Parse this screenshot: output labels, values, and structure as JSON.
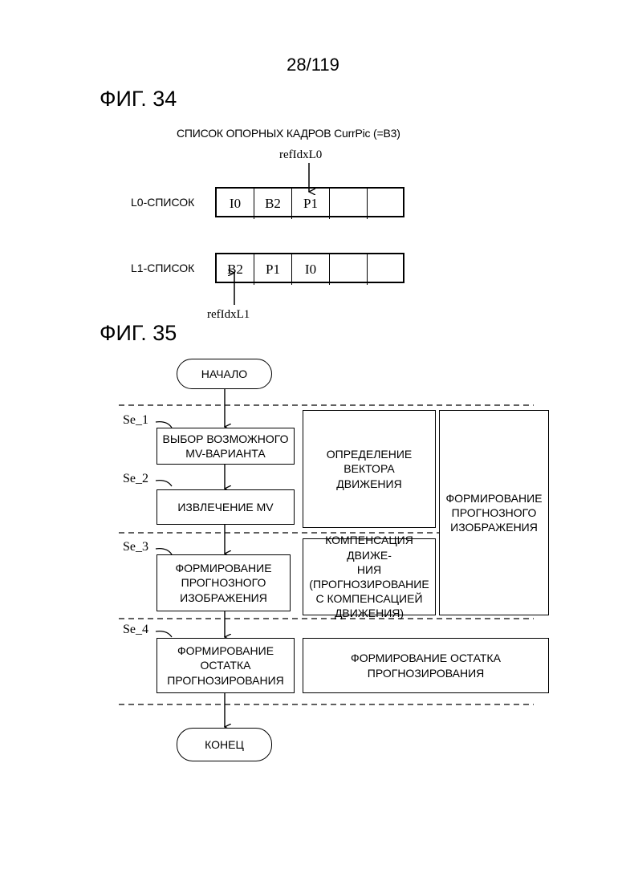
{
  "page": {
    "number": "28/119"
  },
  "fig34": {
    "title": "ФИГ. 34",
    "caption": "СПИСОК ОПОРНЫХ КАДРОВ CurrPic (=B3)",
    "ref_idx_l0": "refIdxL0",
    "ref_idx_l1": "refIdxL1",
    "lists": [
      {
        "label": "L0-СПИСОК",
        "cells": [
          "I0",
          "B2",
          "P1",
          "",
          ""
        ]
      },
      {
        "label": "L1-СПИСОК",
        "cells": [
          "B2",
          "P1",
          "I0",
          "",
          ""
        ]
      }
    ]
  },
  "fig35": {
    "title": "ФИГ. 35",
    "start": "НАЧАЛО",
    "end": "КОНЕЦ",
    "steps": [
      {
        "id": "Se_1",
        "label": "ВЫБОР ВОЗМОЖНОГО\nMV-ВАРИАНТА"
      },
      {
        "id": "Se_2",
        "label": "ИЗВЛЕЧЕНИЕ MV"
      },
      {
        "id": "Se_3",
        "label": "ФОРМИРОВАНИЕ\nПРОГНОЗНОГО\nИЗОБРАЖЕНИЯ"
      },
      {
        "id": "Se_4",
        "label": "ФОРМИРОВАНИЕ ОСТАТКА\nПРОГНОЗИРОВАНИЯ"
      }
    ],
    "side_boxes": {
      "motion_vector": "ОПРЕДЕЛЕНИЕ ВЕКТОРА\nДВИЖЕНИЯ",
      "motion_compensation": "КОМПЕНСАЦИЯ ДВИЖЕ-\nНИЯ (ПРОГНОЗИРОВАНИЕ\nС КОМПЕНСАЦИЕЙ\nДВИЖЕНИЯ)",
      "prediction_image": "ФОРМИРОВАНИЕ\nПРОГНОЗНОГО\nИЗОБРАЖЕНИЯ",
      "residual": "ФОРМИРОВАНИЕ ОСТАТКА ПРОГНОЗИРОВАНИЯ"
    }
  }
}
